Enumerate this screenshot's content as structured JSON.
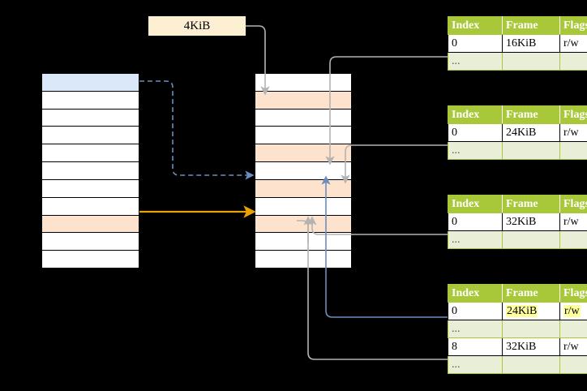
{
  "diagram": {
    "title_label": {
      "text": "4KiB",
      "bg": "#fdefd2"
    },
    "colors": {
      "header_green": "#a9c839",
      "ellipsis_green": "#e9eed7",
      "row_peach": "#fde3cd",
      "row_blue": "#dbe8f9",
      "highlight_yellow": "#ffff9e",
      "wire_gray": "#b3b3b3",
      "wire_blue": "#6c8ebf",
      "wire_orange": "#e8a202"
    },
    "columns": [
      {
        "name": "virtual-address-space",
        "rows": [
          {
            "fill": "blue"
          },
          {
            "fill": "white"
          },
          {
            "fill": "white"
          },
          {
            "fill": "white"
          },
          {
            "fill": "white"
          },
          {
            "fill": "white"
          },
          {
            "fill": "white"
          },
          {
            "fill": "white"
          },
          {
            "fill": "peach"
          },
          {
            "fill": "white"
          },
          {
            "fill": "white"
          }
        ]
      },
      {
        "name": "physical-memory",
        "rows": [
          {
            "fill": "white"
          },
          {
            "fill": "peach"
          },
          {
            "fill": "white"
          },
          {
            "fill": "white"
          },
          {
            "fill": "peach"
          },
          {
            "fill": "white"
          },
          {
            "fill": "peach"
          },
          {
            "fill": "white"
          },
          {
            "fill": "peach"
          },
          {
            "fill": "white"
          },
          {
            "fill": "white"
          }
        ]
      }
    ],
    "tables": [
      {
        "name": "page-table-level-1",
        "headers": [
          "Index",
          "Frame",
          "Flags"
        ],
        "rows": [
          {
            "kind": "data",
            "cells": [
              "0",
              "16KiB",
              "r/w"
            ],
            "highlight": []
          },
          {
            "kind": "ellipsis",
            "cells": [
              "...",
              "",
              ""
            ],
            "highlight": []
          }
        ]
      },
      {
        "name": "page-table-level-2",
        "headers": [
          "Index",
          "Frame",
          "Flags"
        ],
        "rows": [
          {
            "kind": "data",
            "cells": [
              "0",
              "24KiB",
              "r/w"
            ],
            "highlight": []
          },
          {
            "kind": "ellipsis",
            "cells": [
              "...",
              "",
              ""
            ],
            "highlight": []
          }
        ]
      },
      {
        "name": "page-table-level-3",
        "headers": [
          "Index",
          "Frame",
          "Flags"
        ],
        "rows": [
          {
            "kind": "data",
            "cells": [
              "0",
              "32KiB",
              "r/w"
            ],
            "highlight": []
          },
          {
            "kind": "ellipsis",
            "cells": [
              "...",
              "",
              ""
            ],
            "highlight": []
          }
        ]
      },
      {
        "name": "page-table-level-4",
        "headers": [
          "Index",
          "Frame",
          "Flags"
        ],
        "rows": [
          {
            "kind": "data",
            "cells": [
              "0",
              "24KiB",
              "r/w"
            ],
            "highlight": [
              1,
              2
            ]
          },
          {
            "kind": "ellipsis",
            "cells": [
              "...",
              "",
              ""
            ],
            "highlight": []
          },
          {
            "kind": "data",
            "cells": [
              "8",
              "32KiB",
              "r/w"
            ],
            "highlight": []
          },
          {
            "kind": "ellipsis",
            "cells": [
              "...",
              "",
              ""
            ],
            "highlight": []
          }
        ]
      }
    ]
  }
}
